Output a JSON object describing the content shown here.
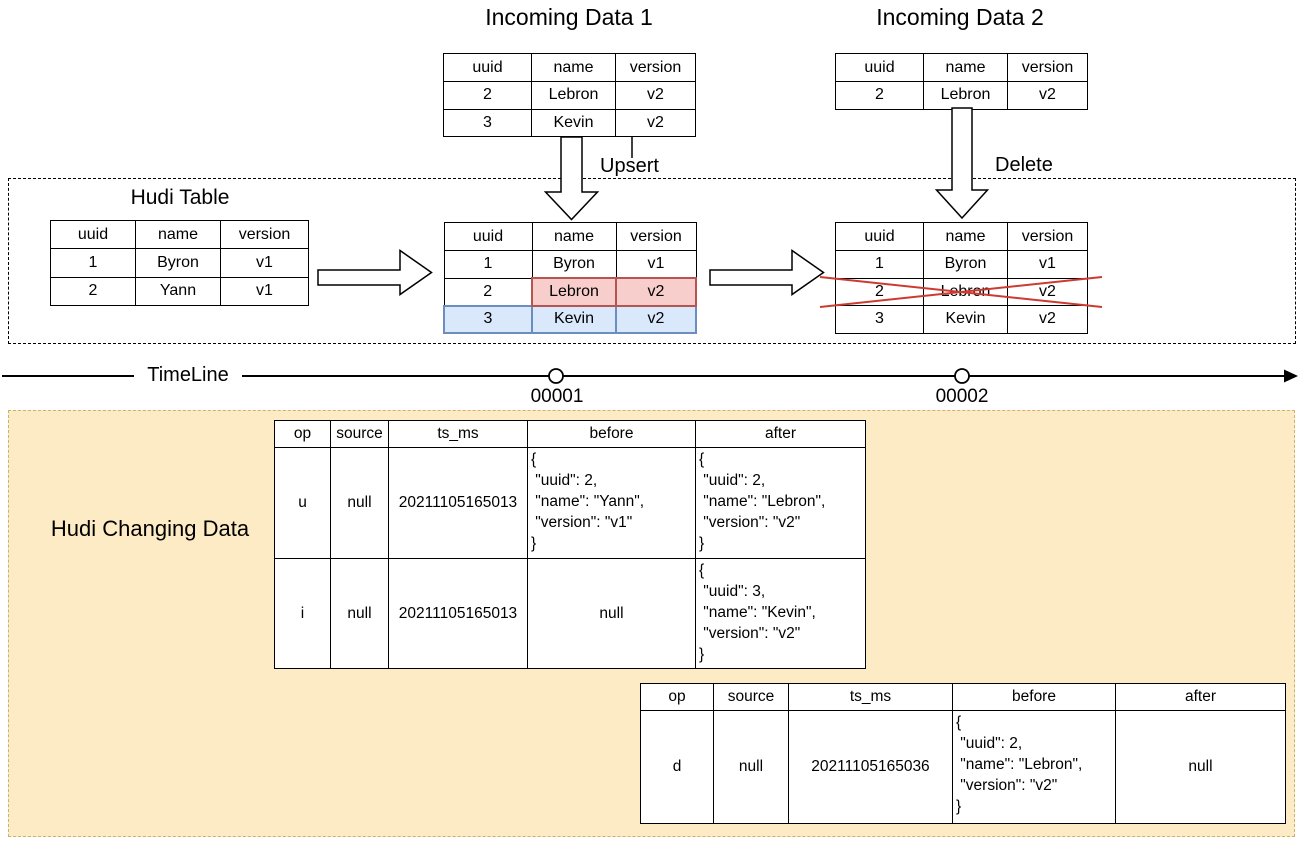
{
  "labels": {
    "incoming1": "Incoming Data 1",
    "incoming2": "Incoming Data 2",
    "hudi_table": "Hudi Table",
    "upsert": "Upsert",
    "delete": "Delete",
    "timeline": "TimeLine",
    "commit1": "00001",
    "commit2": "00002",
    "changing": "Hudi Changing Data"
  },
  "colors": {
    "highlight_red_fill": "#f8cecc",
    "highlight_red_border": "#b85450",
    "highlight_blue_fill": "#dae8fc",
    "highlight_blue_border": "#6c8ebf",
    "changing_box_fill": "#fcebc4",
    "changing_box_border": "#d0b169",
    "cross_red": "#cc3a30"
  },
  "tables": {
    "incoming1": {
      "headers": [
        "uuid",
        "name",
        "version"
      ],
      "rows": [
        [
          "2",
          "Lebron",
          "v2"
        ],
        [
          "3",
          "Kevin",
          "v2"
        ]
      ]
    },
    "incoming2": {
      "headers": [
        "uuid",
        "name",
        "version"
      ],
      "rows": [
        [
          "2",
          "Lebron",
          "v2"
        ]
      ]
    },
    "hudi_initial": {
      "headers": [
        "uuid",
        "name",
        "version"
      ],
      "rows": [
        [
          "1",
          "Byron",
          "v1"
        ],
        [
          "2",
          "Yann",
          "v1"
        ]
      ]
    },
    "hudi_after_upsert": {
      "headers": [
        "uuid",
        "name",
        "version"
      ],
      "rows": [
        [
          "1",
          "Byron",
          "v1"
        ],
        [
          "2",
          "Lebron",
          "v2"
        ],
        [
          "3",
          "Kevin",
          "v2"
        ]
      ],
      "highlights": [
        {
          "row": 1,
          "cols": [
            1,
            2
          ],
          "style": "red"
        },
        {
          "row": 2,
          "cols": [
            0,
            1,
            2
          ],
          "style": "blue"
        }
      ]
    },
    "hudi_after_delete": {
      "headers": [
        "uuid",
        "name",
        "version"
      ],
      "rows": [
        [
          "1",
          "Byron",
          "v1"
        ],
        [
          "2",
          "Lebron",
          "v2"
        ],
        [
          "3",
          "Kevin",
          "v2"
        ]
      ]
    },
    "changelog1": {
      "headers": [
        "op",
        "source",
        "ts_ms",
        "before",
        "after"
      ],
      "rows": [
        [
          "u",
          "null",
          "20211105165013",
          "{\n \"uuid\": 2,\n \"name\": \"Yann\",\n \"version\": \"v1\"\n}",
          "{\n \"uuid\": 2,\n \"name\": \"Lebron\",\n \"version\": \"v2\"\n}"
        ],
        [
          "i",
          "null",
          "20211105165013",
          "null",
          "{\n \"uuid\": 3,\n \"name\": \"Kevin\",\n \"version\": \"v2\"\n}"
        ]
      ]
    },
    "changelog2": {
      "headers": [
        "op",
        "source",
        "ts_ms",
        "before",
        "after"
      ],
      "rows": [
        [
          "d",
          "null",
          "20211105165036",
          "{\n \"uuid\": 2,\n \"name\": \"Lebron\",\n \"version\": \"v2\"\n}",
          "null"
        ]
      ]
    }
  }
}
